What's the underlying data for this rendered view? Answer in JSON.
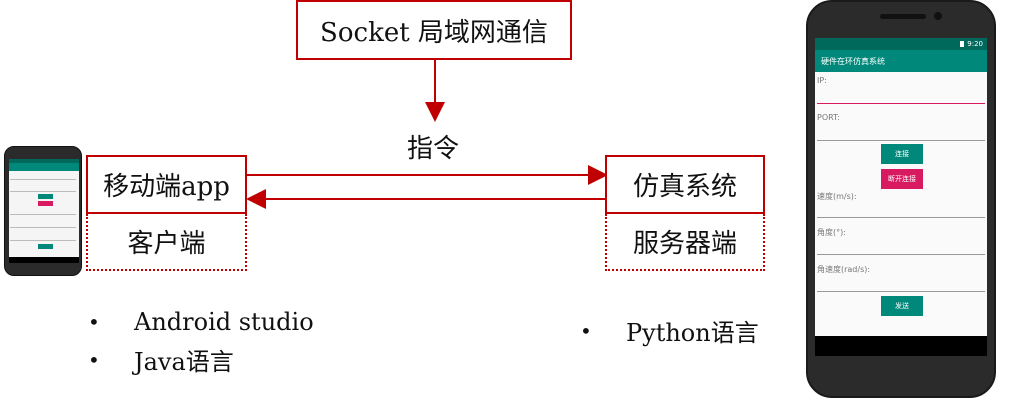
{
  "top_box": "Socket  局域网通信",
  "command_label": "指令",
  "left_box": "移动端app",
  "left_sub": "客户端",
  "right_box": "仿真系统",
  "right_sub": "服务器端",
  "left_bullets": [
    {
      "bullet": "•",
      "text": "Android studio"
    },
    {
      "bullet": "•",
      "text": "Java语言"
    }
  ],
  "right_bullets": [
    {
      "bullet": "•",
      "text": "Python语言"
    }
  ],
  "colors": {
    "accent": "#c00000",
    "app_bar": "#00897b",
    "pink_button": "#d81b60"
  },
  "phone_app": {
    "status_time": "9:20",
    "title": "硬件在环仿真系统",
    "ip_label": "IP:",
    "port_label": "PORT:",
    "connect_button": "连接",
    "disconnect_button": "断开连接",
    "speed_label": "速度(m/s):",
    "angle_label": "角度(°):",
    "angular_speed_label": "角速度(rad/s):",
    "send_button": "发送"
  }
}
